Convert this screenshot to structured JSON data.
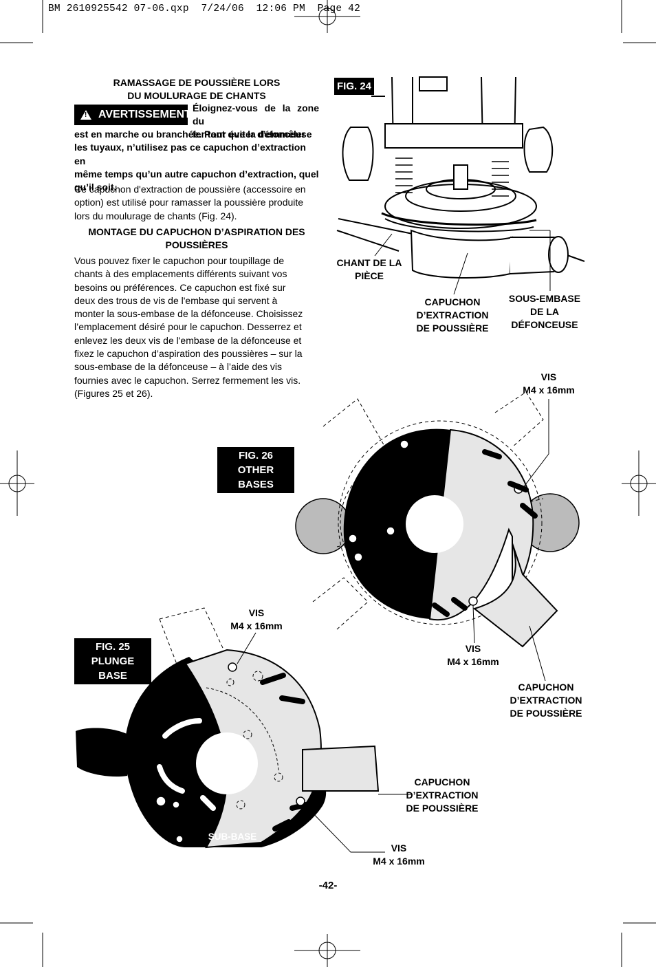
{
  "slug": "BM 2610925542 07-06.qxp  7/24/06  12:06 PM  Page 42",
  "section1": {
    "heading_line1": "RAMASSAGE DE POUSSIÈRE LORS",
    "heading_line2": "DU MOULURAGE DE CHANTS",
    "warning_label": "AVERTISSEMENT",
    "warning_first1": "Éloignez-vous de la zone du",
    "warning_first2": "fer tant que la défonceuse",
    "warning_rest1": "est en marche ou branchée. Pour éviter d’emmêler",
    "warning_rest2": "les tuyaux, n’utilisez pas ce capuchon d’extraction en",
    "warning_rest3": "même temps qu’un autre capuchon d’extraction, quel",
    "warning_rest4": "qu’il soit.",
    "para_l1": "Ce capuchon d'extraction de poussière (accessoire en",
    "para_l2": "option) est utilisé pour ramasser la poussière produite",
    "para_l3": "lors du moulurage de chants (Fig. 24)."
  },
  "section2": {
    "heading_line1": "MONTAGE DU CAPUCHON D’ASPIRATION DES",
    "heading_line2": "POUSSIÈRES",
    "lines": [
      "Vous pouvez fixer le capuchon pour toupillage de",
      "chants à des emplacements différents suivant vos",
      "besoins ou préférences.  Ce capuchon est fixé sur",
      "deux des trous de vis de l'embase qui servent à",
      "monter la sous-embase de la défonceuse.  Choisissez",
      "l’emplacement désiré pour le capuchon.  Desserrez et",
      "enlevez les deux vis de l'embase de la défonceuse et",
      "fixez le capuchon d’aspiration des poussières – sur la",
      "sous-embase de la défonceuse – à l’aide des vis",
      "fournies avec le capuchon.  Serrez fermement les vis.",
      "(Figures 25 et 26)."
    ]
  },
  "fig24": {
    "label": "FIG. 24",
    "chant_1": "CHANT DE LA",
    "chant_2": "PIÈCE",
    "capuchon_1": "CAPUCHON",
    "capuchon_2": "D’EXTRACTION",
    "capuchon_3": "DE POUSSIÈRE",
    "sous_1": "SOUS-EMBASE",
    "sous_2": "DE LA",
    "sous_3": "DÉFONCEUSE"
  },
  "fig26": {
    "label_1": "FIG. 26",
    "label_2": "OTHER BASES",
    "vis_top_1": "VIS",
    "vis_top_2": "M4 x 16mm",
    "vis_bottom_1": "VIS",
    "vis_bottom_2": "M4 x 16mm",
    "capuchon_1": "CAPUCHON",
    "capuchon_2": "D’EXTRACTION",
    "capuchon_3": "DE POUSSIÈRE"
  },
  "fig25": {
    "label_1": "FIG. 25",
    "label_2": "PLUNGE BASE",
    "vis_top_1": "VIS",
    "vis_top_2": "M4 x 16mm",
    "sub_base": "SUB-BASE",
    "capuchon_1": "CAPUCHON",
    "capuchon_2": "D’EXTRACTION",
    "capuchon_3": "DE POUSSIÈRE",
    "vis_bottom_1": "VIS",
    "vis_bottom_2": "M4 x 16mm"
  },
  "page_number": "-42-"
}
